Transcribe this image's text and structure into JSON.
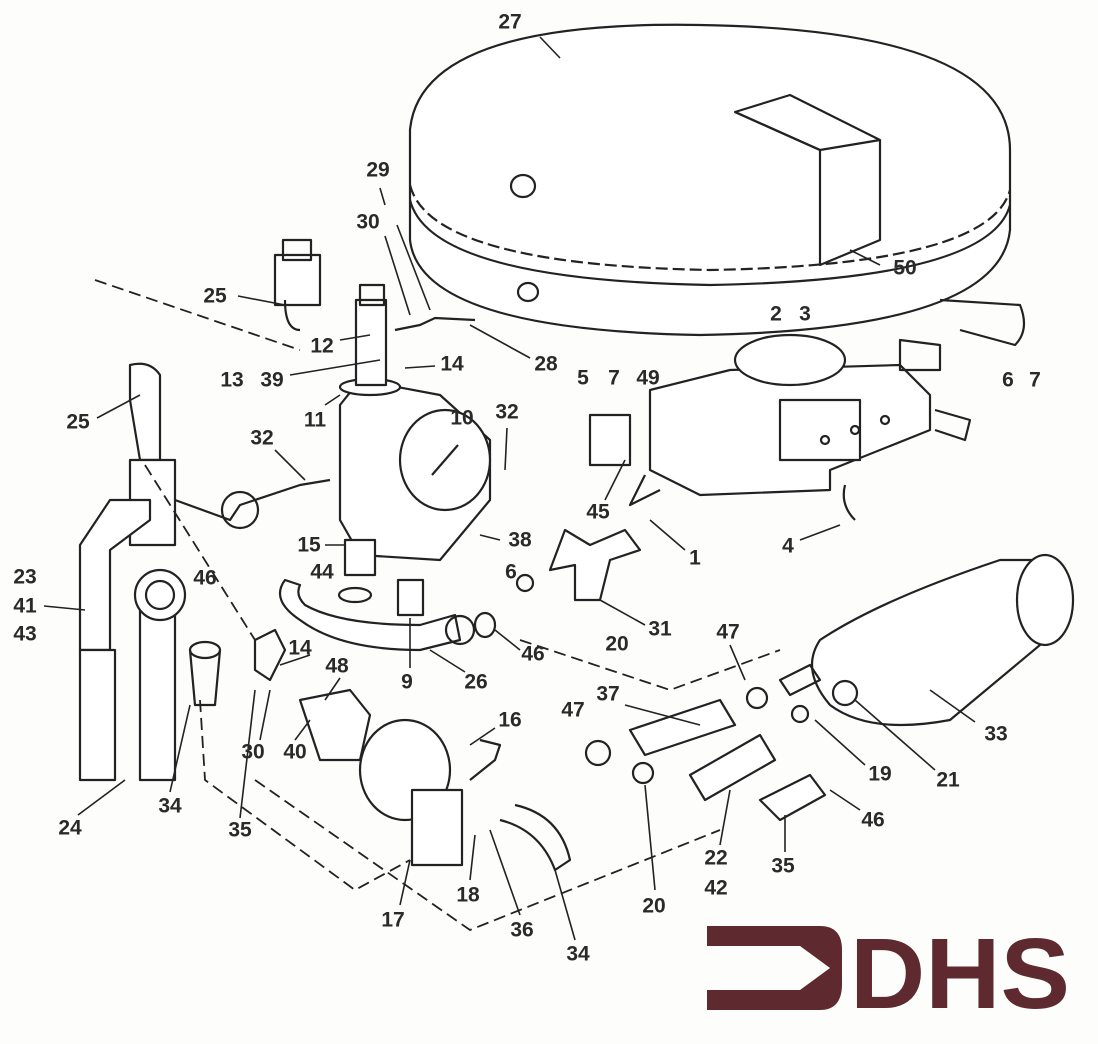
{
  "diagram": {
    "title": "Boiler hydraulic assembly exploded parts view",
    "labels": [
      "27",
      "29",
      "30",
      "25",
      "50",
      "2",
      "3",
      "12",
      "28",
      "5",
      "7",
      "49",
      "6",
      "7",
      "13",
      "39",
      "14",
      "25",
      "11",
      "10",
      "32",
      "32",
      "45",
      "1",
      "4",
      "15",
      "38",
      "23",
      "41",
      "43",
      "44",
      "6",
      "46",
      "20",
      "31",
      "9",
      "26",
      "46",
      "47",
      "14",
      "48",
      "37",
      "47",
      "33",
      "40",
      "30",
      "16",
      "19",
      "21",
      "24",
      "34",
      "35",
      "46",
      "22",
      "42",
      "35",
      "20",
      "18",
      "17",
      "36",
      "34"
    ]
  },
  "logo": {
    "text": "DHS",
    "color": "#5e2a30"
  }
}
